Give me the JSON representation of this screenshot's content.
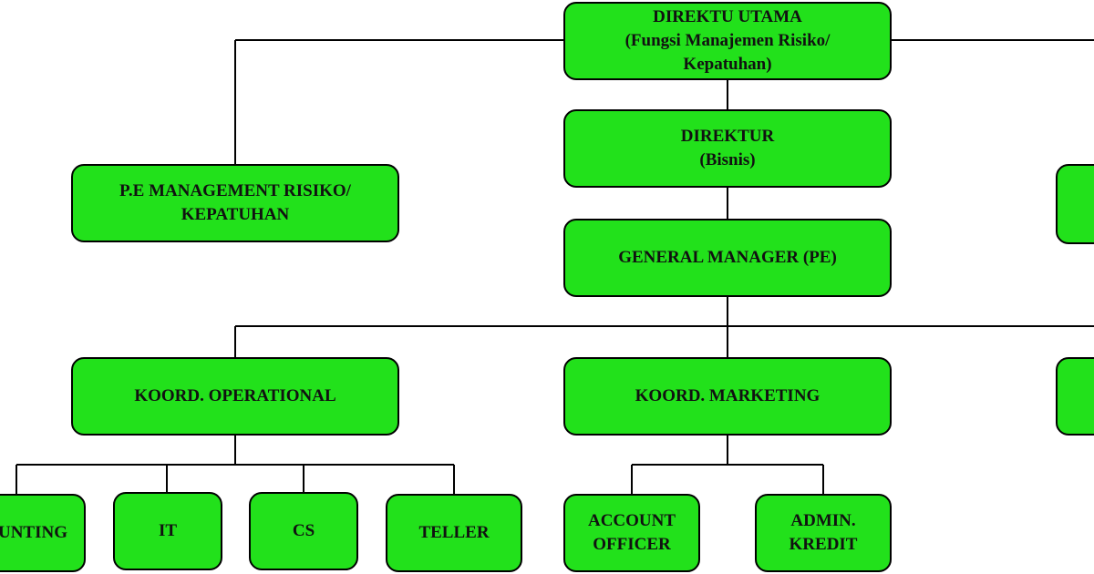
{
  "colors": {
    "box_fill": "#22e11b",
    "box_border": "#000000",
    "connector": "#000000",
    "background": "#ffffff"
  },
  "nodes": {
    "direktur_utama": {
      "line1": "DIREKTU UTAMA",
      "line2": "(Fungsi Manajemen Risiko/",
      "line3": "Kepatuhan)"
    },
    "direktur_bisnis": {
      "line1": "DIREKTUR",
      "line2": "(Bisnis)"
    },
    "pe_risiko": {
      "line1": "P.E MANAGEMENT RISIKO/",
      "line2": "KEPATUHAN"
    },
    "general_manager": {
      "line1": "GENERAL MANAGER (PE)"
    },
    "koord_operational": {
      "line1": "KOORD. OPERATIONAL"
    },
    "koord_marketing": {
      "line1": "KOORD. MARKETING"
    },
    "accounting": {
      "line1": "UNTING"
    },
    "it": {
      "line1": "IT"
    },
    "cs": {
      "line1": "CS"
    },
    "teller": {
      "line1": "TELLER"
    },
    "account_officer": {
      "line1": "ACCOUNT",
      "line2": "OFFICER"
    },
    "admin_kredit": {
      "line1": "ADMIN.",
      "line2": "KREDIT"
    }
  }
}
